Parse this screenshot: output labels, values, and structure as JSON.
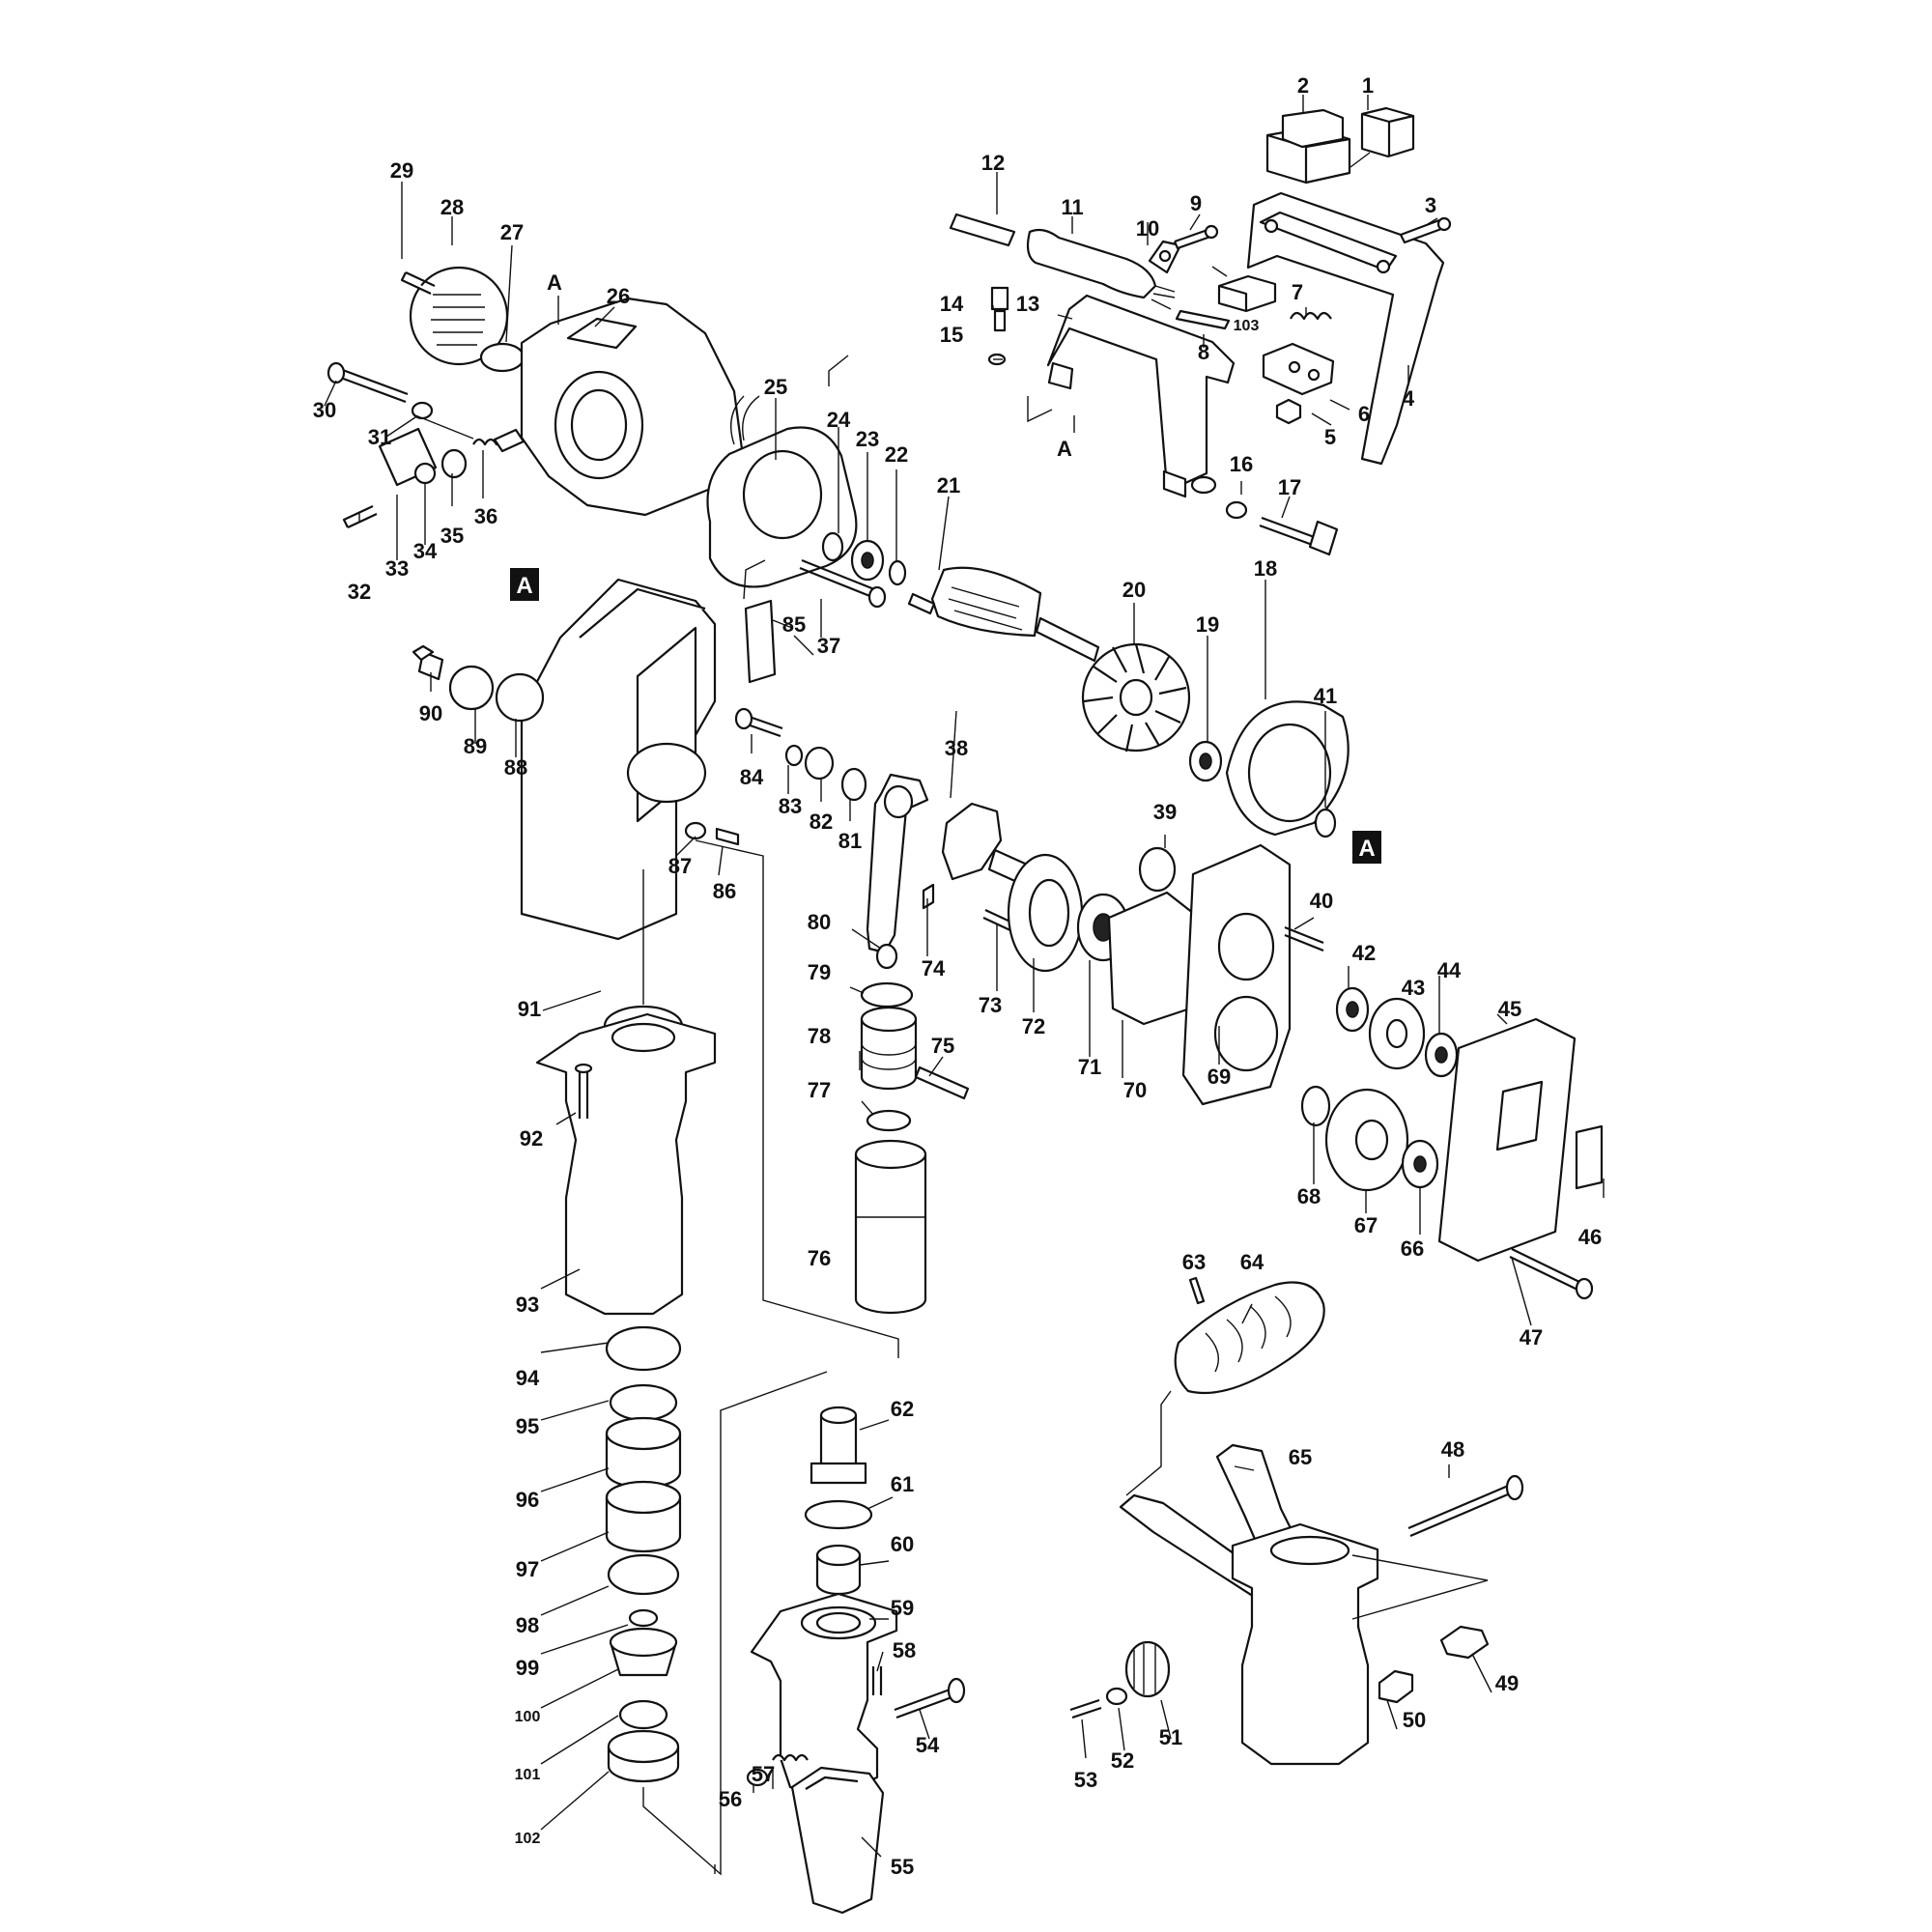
{
  "labels": {
    "p1": "1",
    "p2": "2",
    "p3": "3",
    "p4": "4",
    "p5": "5",
    "p6": "6",
    "p7": "7",
    "p8": "8",
    "p9": "9",
    "p10": "10",
    "p11": "11",
    "p12": "12",
    "p13": "13",
    "p14": "14",
    "p15": "15",
    "p16": "16",
    "p17": "17",
    "p18": "18",
    "p19": "19",
    "p20": "20",
    "p21": "21",
    "p22": "22",
    "p23": "23",
    "p24": "24",
    "p25": "25",
    "p26": "26",
    "p27": "27",
    "p28": "28",
    "p29": "29",
    "p30": "30",
    "p31": "31",
    "p32": "32",
    "p33": "33",
    "p34": "34",
    "p35": "35",
    "p36": "36",
    "p37": "37",
    "p38": "38",
    "p39": "39",
    "p40": "40",
    "p41": "41",
    "p42": "42",
    "p43": "43",
    "p44": "44",
    "p45": "45",
    "p46": "46",
    "p47": "47",
    "p48": "48",
    "p49": "49",
    "p50": "50",
    "p51": "51",
    "p52": "52",
    "p53": "53",
    "p54": "54",
    "p55": "55",
    "p56": "56",
    "p57": "57",
    "p58": "58",
    "p59": "59",
    "p60": "60",
    "p61": "61",
    "p62": "62",
    "p63": "63",
    "p64": "64",
    "p65": "65",
    "p66": "66",
    "p67": "67",
    "p68": "68",
    "p69": "69",
    "p70": "70",
    "p71": "71",
    "p72": "72",
    "p73": "73",
    "p74": "74",
    "p75": "75",
    "p76": "76",
    "p77": "77",
    "p78": "78",
    "p79": "79",
    "p80": "80",
    "p81": "81",
    "p82": "82",
    "p83": "83",
    "p84": "84",
    "p85": "85",
    "p86": "86",
    "p87": "87",
    "p88": "88",
    "p89": "89",
    "p90": "90",
    "p91": "91",
    "p92": "92",
    "p93": "93",
    "p94": "94",
    "p95": "95",
    "p96": "96",
    "p97": "97",
    "p98": "98",
    "p99": "99",
    "p100": "100",
    "p101": "101",
    "p102": "102",
    "p103": "103"
  },
  "reference_marks": {
    "letter": "A"
  }
}
